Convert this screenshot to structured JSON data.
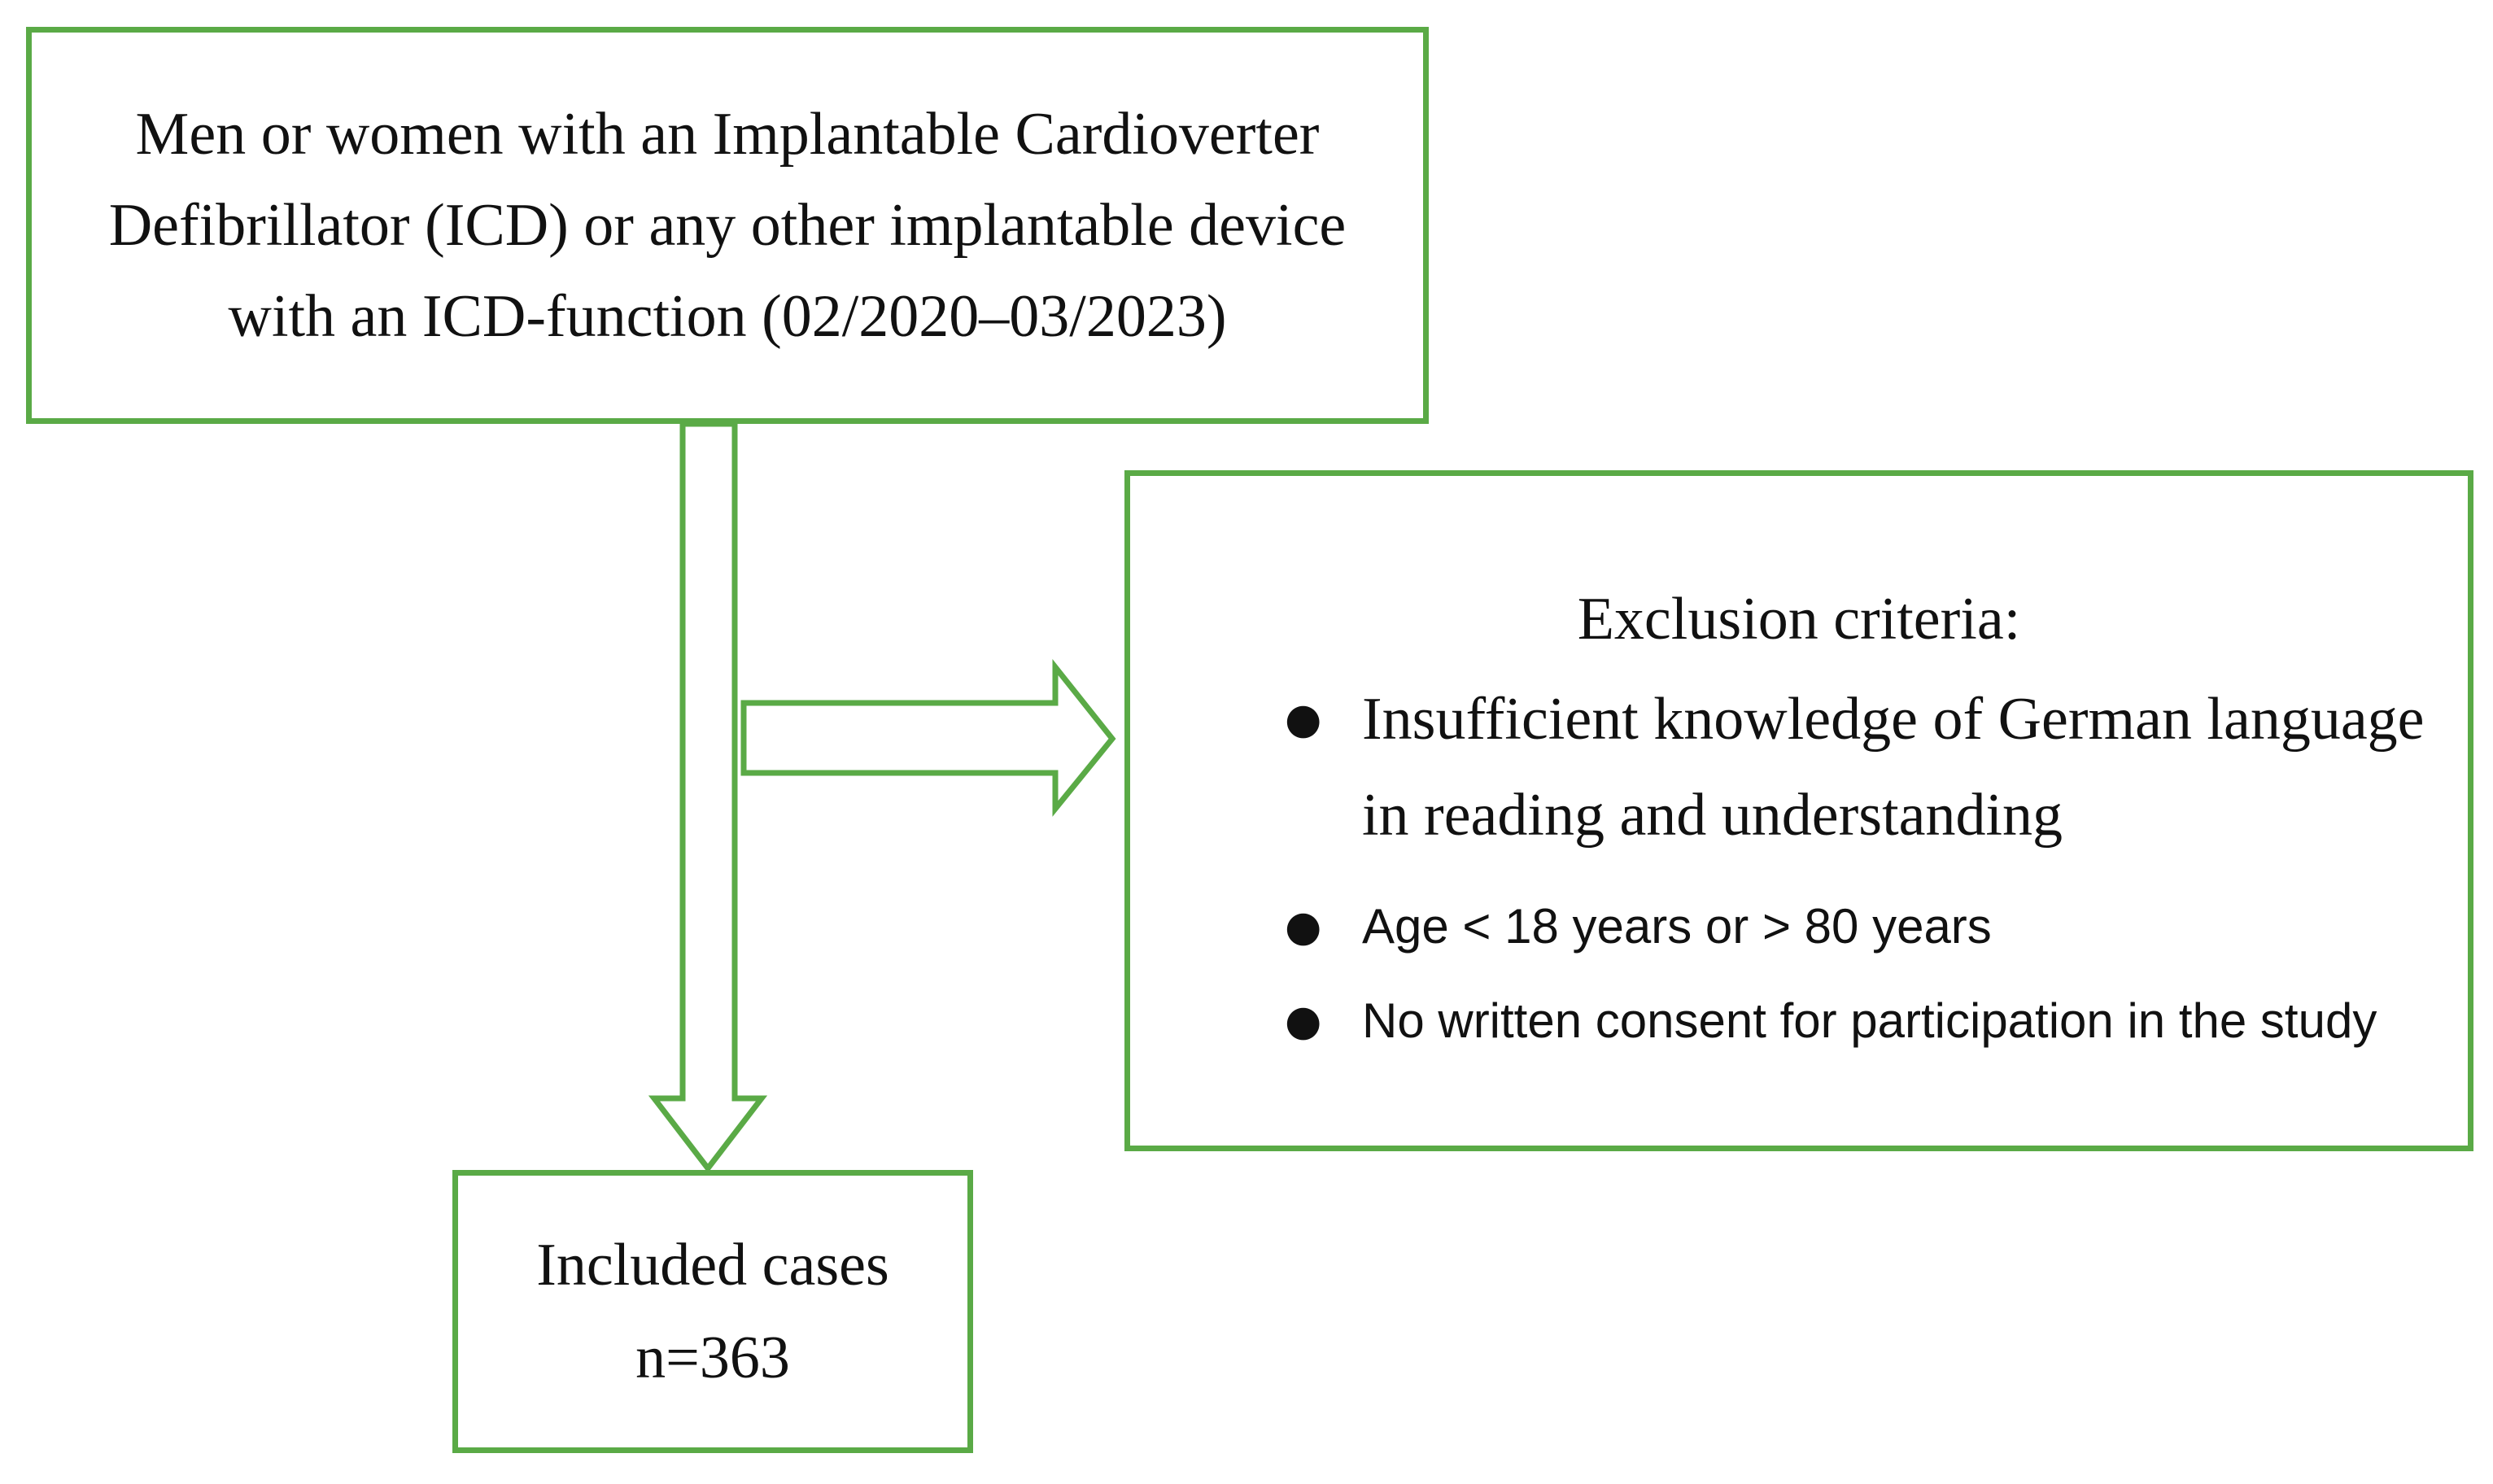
{
  "flowchart": {
    "population": {
      "text": "Men or women with an Implantable Cardioverter Defibrillator (ICD) or any other implantable device with an ICD-function (02/2020–03/2023)"
    },
    "exclusion": {
      "heading": "Exclusion criteria:",
      "items": [
        "Insufficient knowledge of German language in reading and understanding",
        "Age < 18 years or > 80 years",
        "No written consent for participation in the study"
      ]
    },
    "included": {
      "label": "Included cases",
      "count": "n=363"
    }
  },
  "style": {
    "border_color": "#5aaa46",
    "text_color": "#111111",
    "background": "#ffffff"
  }
}
